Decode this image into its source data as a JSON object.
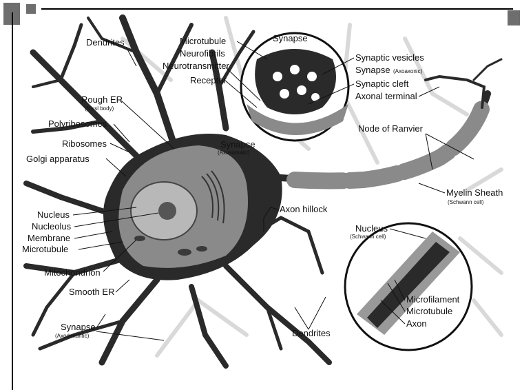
{
  "labels": {
    "dendrites_top": "Dendrites",
    "microtubule_top": "Microtubule",
    "neurofibrils": "Neurofibrils",
    "neurotransmitter": "Neurotransmitter",
    "receptor": "Receptor",
    "synapse_inset": "Synapse",
    "synaptic_vesicles": "Synaptic vesicles",
    "synapse_axoaxonic": "Synapse",
    "synapse_axoaxonic_sub": "(Axoaxonic)",
    "synaptic_cleft": "Synaptic cleft",
    "axonal_terminal": "Axonal terminal",
    "rough_er": "Rough ER",
    "rough_er_sub": "(Nissl body)",
    "polyribosomes": "Polyribosomes",
    "ribosomes": "Ribosomes",
    "golgi": "Golgi apparatus",
    "synapse_axosomatic": "Synapse",
    "synapse_axosomatic_sub": "(Axosomatic)",
    "node_of_ranvier": "Node of Ranvier",
    "myelin_sheath": "Myelin Sheath",
    "myelin_sheath_sub": "(Schwann cell)",
    "axon_hillock": "Axon hillock",
    "nucleus": "Nucleus",
    "nucleolus": "Nucleolus",
    "membrane": "Membrane",
    "microtubule_left": "Microtubule",
    "mitochondrion": "Mitochondrion",
    "smooth_er": "Smooth ER",
    "synapse_axodendritic": "Synapse",
    "synapse_axodendritic_sub": "(Axodendritic)",
    "nucleus_schwann": "Nucleus",
    "nucleus_schwann_sub": "(Schwann cell)",
    "microfilament": "Microfilament",
    "microtubule_axon": "Microtubule",
    "axon": "Axon",
    "dendrites_bottom": "Dendrites"
  },
  "colors": {
    "cell_body": "#2a2a2a",
    "background_dendrites": "#dcdcdc",
    "cytoplasm": "#8a8a8a",
    "nucleus": "#b8b8b8",
    "myelin": "#7a7a7a",
    "frame_corner": "#6e6e6e"
  }
}
